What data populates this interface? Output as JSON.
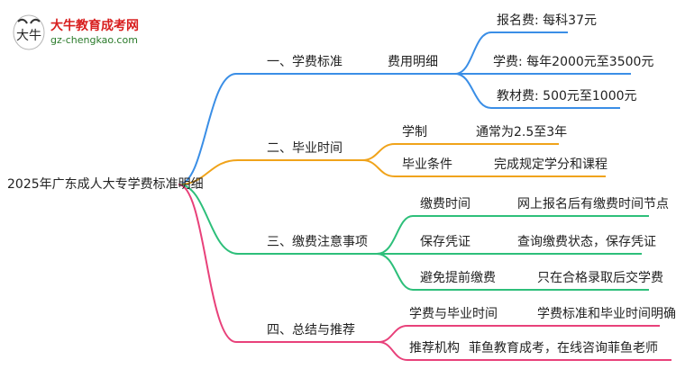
{
  "logo": {
    "title": "大牛教育成考网",
    "url": "gz-chengkao.com",
    "mark_text": "大牛"
  },
  "root": "2025年广东成人大专学费标准明细",
  "colors": {
    "blue": "#3a8ee6",
    "orange": "#f0a31a",
    "green": "#2dbf7a",
    "pink": "#e8417a"
  },
  "branches": [
    {
      "label": "一、学费标准",
      "children": [
        {
          "label": "费用明细",
          "children": [
            "报名费: 每科37元",
            "学费: 每年2000元至3500元",
            "教材费: 500元至1000元"
          ]
        }
      ]
    },
    {
      "label": "二、毕业时间",
      "children": [
        {
          "label": "学制",
          "value": "通常为2.5至3年"
        },
        {
          "label": "毕业条件",
          "value": "完成规定学分和课程"
        }
      ]
    },
    {
      "label": "三、缴费注意事项",
      "children": [
        {
          "label": "缴费时间",
          "value": "网上报名后有缴费时间节点"
        },
        {
          "label": "保存凭证",
          "value": "查询缴费状态，保存凭证"
        },
        {
          "label": "避免提前缴费",
          "value": "只在合格录取后交学费"
        }
      ]
    },
    {
      "label": "四、总结与推荐",
      "children": [
        {
          "label": "学费与毕业时间",
          "value": "学费标准和毕业时间明确"
        },
        {
          "label": "推荐机构",
          "value": "菲鱼教育成考，在线咨询菲鱼老师"
        }
      ]
    }
  ]
}
